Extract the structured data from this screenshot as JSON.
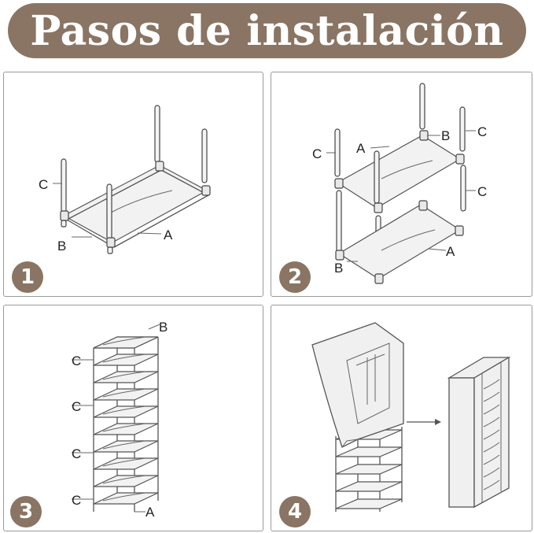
{
  "title": "Pasos de instalación",
  "colors": {
    "accent": "#8a7463",
    "panel_border": "#9a9a9a"
  },
  "panels": [
    {
      "step": "1",
      "labels": {
        "a": "A",
        "b": "B",
        "c": "C"
      }
    },
    {
      "step": "2",
      "labels": {
        "a1": "A",
        "a2": "A",
        "b1": "B",
        "b2": "B",
        "c1": "C",
        "c2": "C",
        "c3": "C"
      }
    },
    {
      "step": "3",
      "labels": {
        "a": "A",
        "b": "B",
        "c1": "C",
        "c2": "C",
        "c3": "C",
        "c4": "C"
      }
    },
    {
      "step": "4"
    }
  ]
}
